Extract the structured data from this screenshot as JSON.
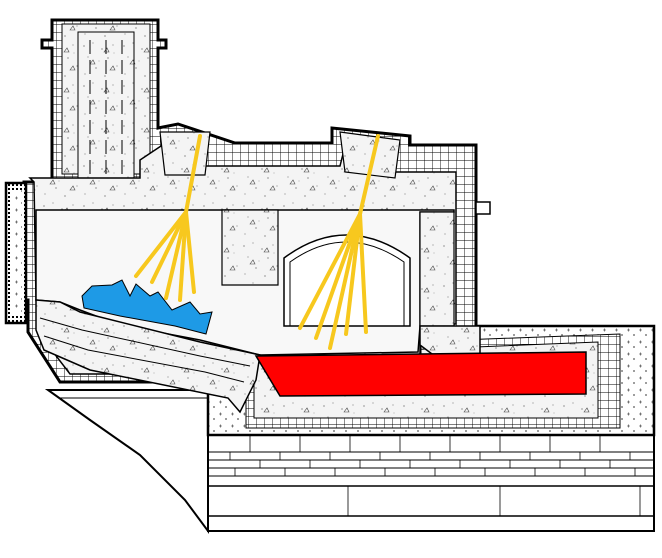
{
  "diagram": {
    "description_visible_text": "",
    "colors": {
      "background": "#ffffff",
      "outline": "#000000",
      "concrete": "#f4f4f4",
      "brick_pattern": "#000000",
      "flame": "#f7c81e",
      "charge": "#1e9ae6",
      "molten_bath": "#ff0000",
      "glass_surface": "#f6f6f6"
    },
    "components": {
      "chimney_stack": "chimney",
      "left_burner_jets": "burner-jets",
      "right_burner_jets": "burner-jets",
      "feed_charge": "charge-pile",
      "molten_bath": "melt-pool",
      "brick_lining": "refractory-brick",
      "concrete_shell": "insulating-concrete",
      "foundation_courses": "foundation"
    }
  }
}
